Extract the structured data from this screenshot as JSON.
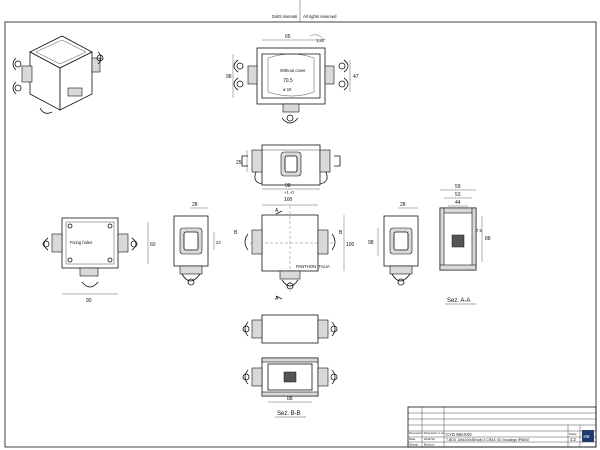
{
  "header": {
    "copyright_left": "Diritti riservati",
    "copyright_right": "All rights reserved"
  },
  "labels": {
    "without_cover": "Without cover",
    "fixing_holes": "Fixing holes",
    "section_aa": "Sez. A-A",
    "section_bb": "Sez. B-B",
    "brand_mark": "PANTHON ITALIA"
  },
  "dimensions": {
    "top_width": "65",
    "top_angle": "1,80°",
    "top_left_height": "98",
    "top_right_height": "47",
    "top_inner": "70,5",
    "top_diameter": "ø 10",
    "front_top_height": "25",
    "front_top_width": "98",
    "front_top_width_sub": "+1 -0",
    "left_width": "90",
    "left_height": "60",
    "side_left_width": "28",
    "side_left_height": "24",
    "center_width": "100",
    "center_height": "100",
    "side_right_width": "28",
    "side_right_height": "98",
    "section_59": "59",
    "section_53": "53",
    "section_44": "44",
    "section_75": "7,5",
    "section_88": "88",
    "bottom_width": "88",
    "label_a": "A",
    "label_b": "B"
  },
  "title_block": {
    "code": "CYG 96AXX0",
    "description": "T-BOX 100x100x58 with 3 CRAX 03 / housings IP66/67",
    "row1_label": "Dimensioni / Dimensions in mm",
    "row2_label": "Date",
    "row2_value": "2011/10",
    "row3_label": "Disegn.",
    "row3_value": "Bordoni",
    "scale_label": "Scale",
    "scale_value": "1:2",
    "logo": "ITE"
  }
}
